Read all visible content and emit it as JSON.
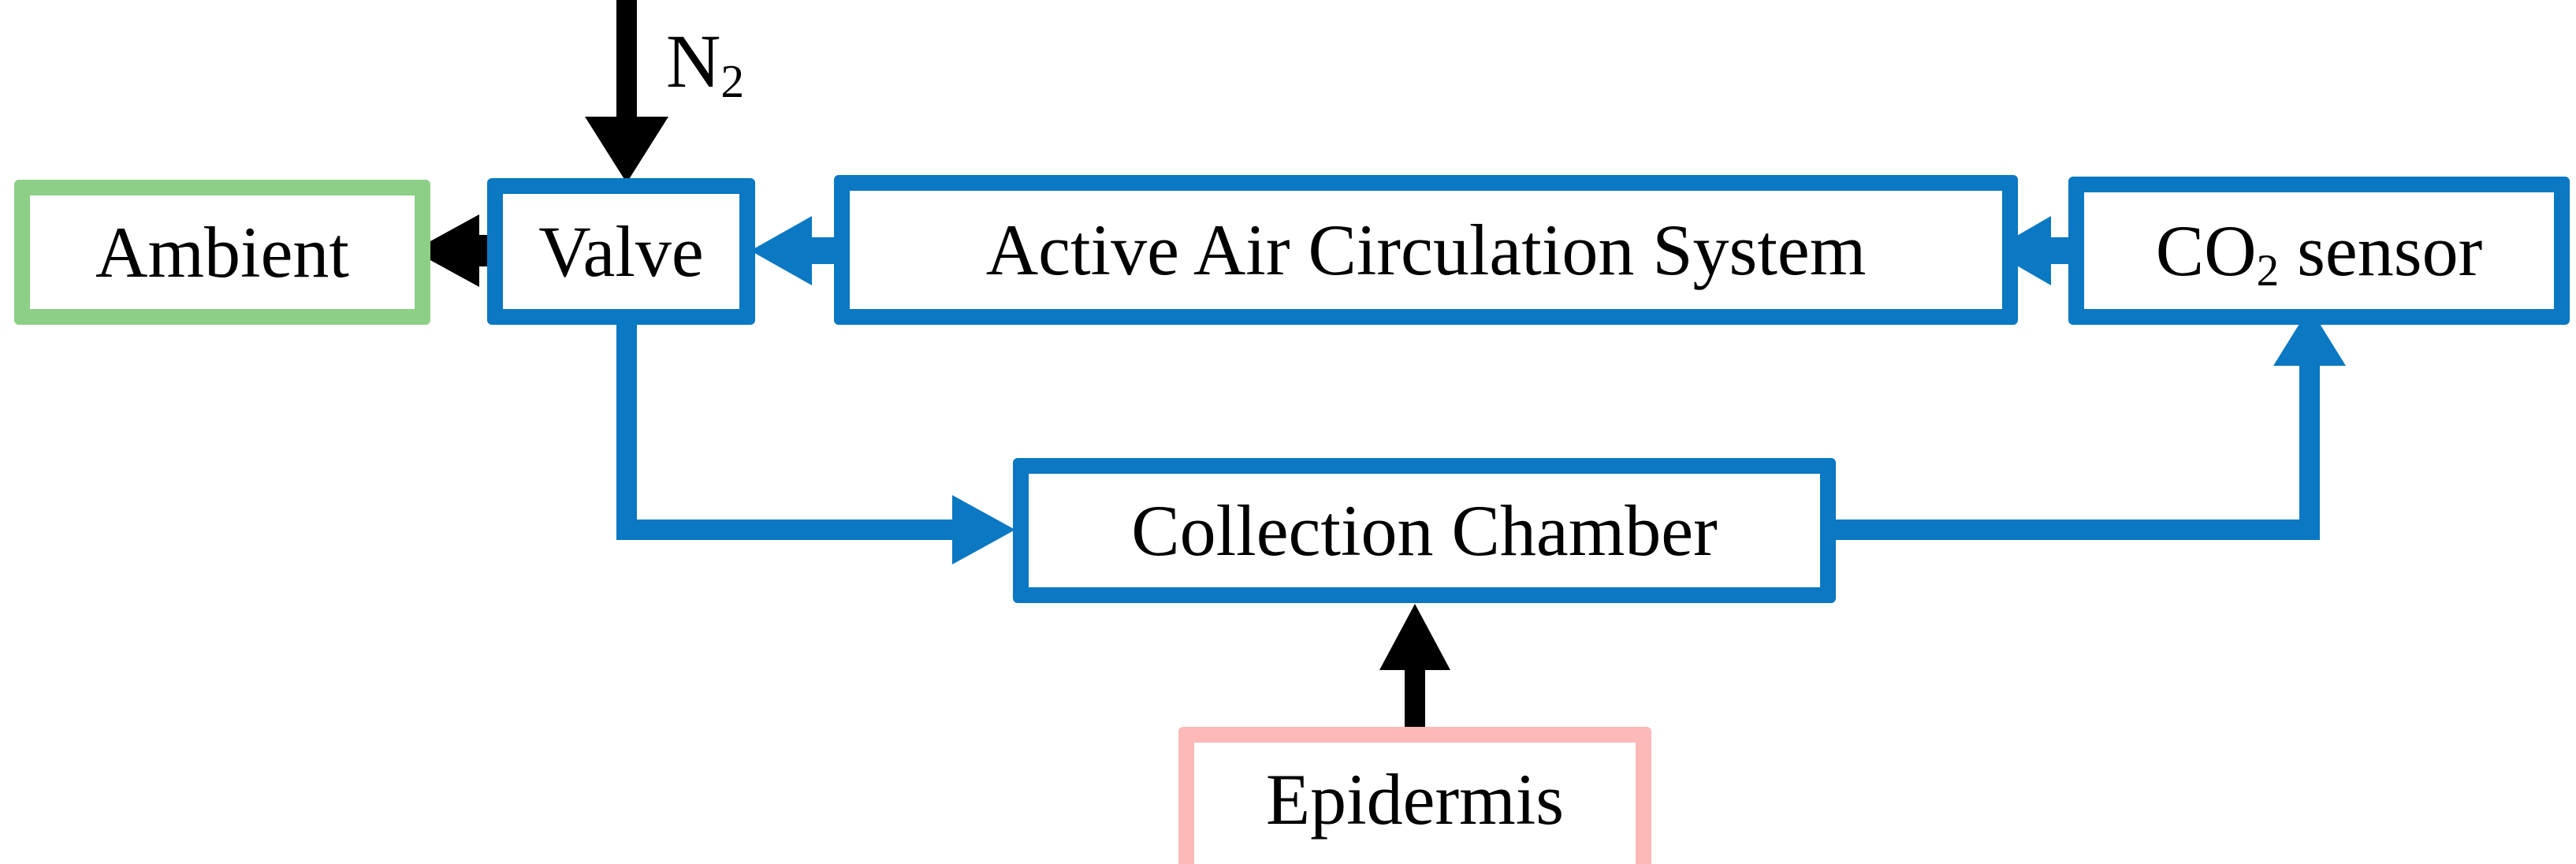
{
  "diagram": {
    "title": "Skin CO2 collection system block diagram",
    "colors": {
      "blue": "#0a78c2",
      "green": "#8dcf87",
      "pink": "#fcb9b8",
      "black": "#000000",
      "background": "#ffffff"
    },
    "nodes": [
      {
        "id": "ambient",
        "label": "Ambient",
        "style": "green"
      },
      {
        "id": "valve",
        "label": "Valve",
        "style": "blue"
      },
      {
        "id": "acs",
        "label": "Active Air Circulation System",
        "style": "blue"
      },
      {
        "id": "co2",
        "label_pre": "CO",
        "label_sub": "2",
        "label_post": " sensor",
        "style": "blue"
      },
      {
        "id": "chamber",
        "label": "Collection Chamber",
        "style": "blue"
      },
      {
        "id": "epidermis",
        "label": "Epidermis",
        "style": "pink"
      }
    ],
    "annotations": [
      {
        "id": "n2",
        "text_pre": "N",
        "text_sub": "2",
        "color": "#000000"
      }
    ],
    "edges": [
      {
        "id": "n2-to-valve",
        "from": "N2 supply",
        "to": "valve",
        "color": "#000000",
        "direction": "down"
      },
      {
        "id": "valve-to-ambient",
        "from": "valve",
        "to": "ambient",
        "color": "#000000",
        "direction": "left"
      },
      {
        "id": "acs-to-valve",
        "from": "acs",
        "to": "valve",
        "color": "#0a78c2",
        "direction": "left"
      },
      {
        "id": "co2-to-acs",
        "from": "co2",
        "to": "acs",
        "color": "#0a78c2",
        "direction": "left"
      },
      {
        "id": "valve-to-chamber",
        "from": "valve",
        "to": "chamber",
        "color": "#0a78c2",
        "direction": "down-right"
      },
      {
        "id": "chamber-to-co2",
        "from": "chamber",
        "to": "co2",
        "color": "#0a78c2",
        "direction": "right-up"
      },
      {
        "id": "epidermis-to-chamber",
        "from": "epidermis",
        "to": "chamber",
        "color": "#000000",
        "direction": "up"
      }
    ]
  }
}
